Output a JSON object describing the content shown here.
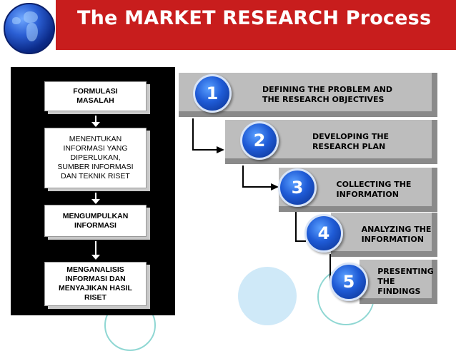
{
  "slide": {
    "title": "The MARKET RESEARCH Process",
    "colors": {
      "title_bar": "#c81d1d",
      "step_bar": "#bdbdbd",
      "badge": "#1f5bd6",
      "panel": "#000000"
    },
    "icons": [
      "globe-icon"
    ]
  },
  "indonesian_steps": [
    {
      "lines": [
        "FORMULASI",
        "MASALAH"
      ]
    },
    {
      "lines": [
        "MENENTUKAN",
        "INFORMASI YANG",
        "DIPERLUKAN,",
        "SUMBER INFORMASI",
        "DAN TEKNIK RISET"
      ]
    },
    {
      "lines": [
        "MENGUMPULKAN",
        "INFORMASI"
      ]
    },
    {
      "lines": [
        "MENGANALISIS",
        "INFORMASI DAN",
        "MENYAJIKAN HASIL",
        "RISET"
      ]
    }
  ],
  "english_steps": [
    {
      "number": "1",
      "lines": [
        "DEFINING THE PROBLEM AND",
        "THE RESEARCH OBJECTIVES"
      ]
    },
    {
      "number": "2",
      "lines": [
        "DEVELOPING THE",
        "RESEARCH PLAN"
      ]
    },
    {
      "number": "3",
      "lines": [
        "COLLECTING THE",
        "INFORMATION"
      ]
    },
    {
      "number": "4",
      "lines": [
        "ANALYZING THE",
        "INFORMATION"
      ]
    },
    {
      "number": "5",
      "lines": [
        "PRESENTING",
        "THE FINDINGS"
      ]
    }
  ]
}
